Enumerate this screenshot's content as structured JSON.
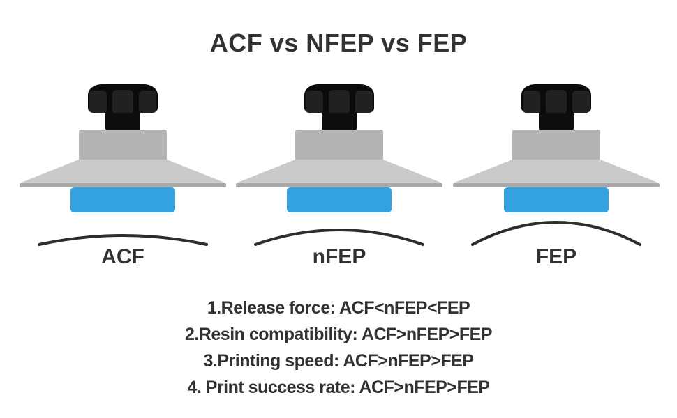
{
  "title": "ACF vs NFEP vs FEP",
  "films": [
    {
      "id": "acf",
      "label": "ACF",
      "curve_rise": 13
    },
    {
      "id": "nfep",
      "label": "nFEP",
      "curve_rise": 21
    },
    {
      "id": "fep",
      "label": "FEP",
      "curve_rise": 32
    }
  ],
  "comparisons": [
    "1.Release force: ACF<nFEP<FEP",
    "2.Resin compatibility: ACF>nFEP>FEP",
    "3.Printing speed: ACF>nFEP>FEP",
    "4. Print success rate: ACF>nFEP>FEP"
  ],
  "colors": {
    "text": "#323232",
    "knob": "#0b0b0b",
    "knob-ridge": "#212121",
    "stem": "#0d0d0d",
    "mount-gray": "#b4b4b4",
    "cone-gray": "#cacaca",
    "cone-edge": "#a9a9a9",
    "film-blue": "#35a2e0",
    "curve": "#2d2d2d",
    "background": "#ffffff"
  }
}
